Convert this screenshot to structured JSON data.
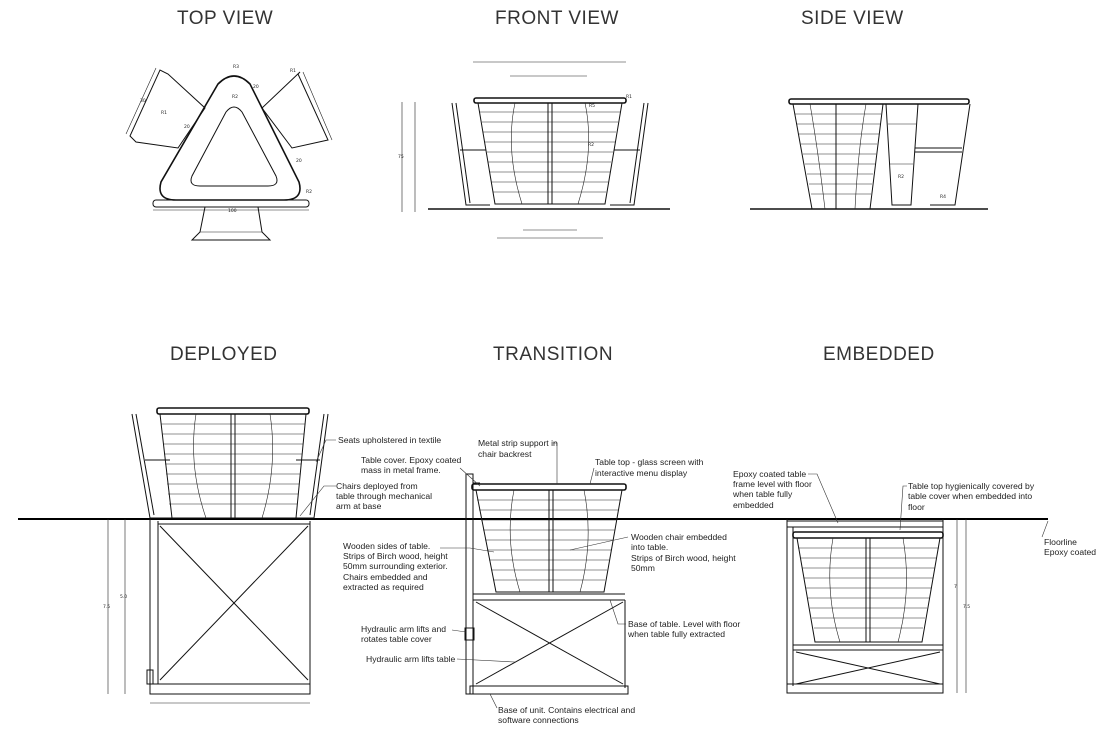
{
  "views": {
    "top": "TOP VIEW",
    "front": "FRONT VIEW",
    "side": "SIDE VIEW",
    "deployed": "DEPLOYED",
    "transition": "TRANSITION",
    "embedded": "EMBEDDED"
  },
  "labels": {
    "seats": "Seats upholstered in textile",
    "chairs": [
      "Chairs deployed from",
      "table through mechanical",
      "arm at base"
    ],
    "metal_strip": [
      "Metal strip support in",
      "chair backrest"
    ],
    "table_cover": [
      "Table cover. Epoxy coated",
      "mass in metal frame."
    ],
    "table_top": [
      "Table top - glass screen with",
      "interactive menu display"
    ],
    "wooden_sides": [
      "Wooden sides of table.",
      "Strips of Birch wood, height",
      "50mm surrounding exterior.",
      "Chairs embedded and",
      "extracted as required"
    ],
    "wooden_chair": [
      "Wooden chair embedded",
      "into table.",
      "Strips of Birch wood, height",
      "50mm"
    ],
    "base_table": [
      "Base of table. Level with floor",
      "when table fully extracted"
    ],
    "hydraulic_rotate": [
      "Hydraulic arm lifts and",
      "rotates table cover"
    ],
    "hydraulic_lift": "Hydraulic arm lifts table",
    "base_unit": [
      "Base of unit. Contains electrical and",
      "software connections"
    ],
    "epoxy_frame": [
      "Epoxy coated table",
      "frame level with floor",
      "when table fully",
      "embedded"
    ],
    "table_top_hyg": [
      "Table top hygienically covered by",
      "table cover when embedded into",
      "floor"
    ],
    "floorline": [
      "Floorline",
      "Epoxy coated"
    ]
  },
  "dimensions": {
    "d_top_r3": "R3",
    "d_top_r2": "R2",
    "d_top_r1": "R1",
    "d_top_20a": "20",
    "d_top_20b": "20",
    "d_top_30": "30",
    "d_top_r1b": "R1",
    "d_top_20c": "20",
    "d_top_r2b": "R2",
    "d_top_100": "100",
    "d_front_r1": "R1",
    "d_front_r5": "R5",
    "d_front_r2": "R2",
    "d_front_75": "75",
    "d_side_r2": "R2",
    "d_side_r4": "R4",
    "d_dep_75": "7.5",
    "d_dep_50": "5.0",
    "d_emb_75": "7.5",
    "d_emb_7": "7"
  }
}
